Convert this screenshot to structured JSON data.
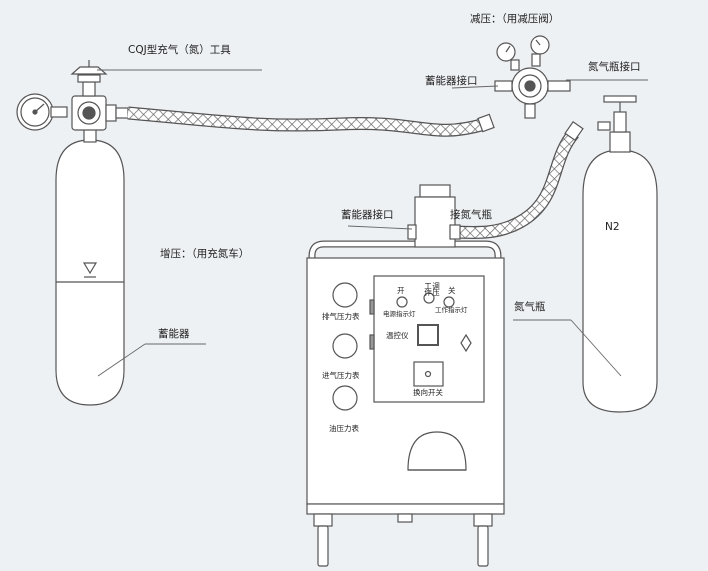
{
  "labels": {
    "cqj_tool": "CQJ型充气（氮）工具",
    "reducing": "减压：（用减压阀）",
    "acc_port_top": "蓄能器接口",
    "n2_port_top": "氮气瓶接口",
    "acc_port": "蓄能器接口",
    "n2_connect": "接氮气瓶",
    "boost": "增压：（用充氮车）",
    "accumulator": "蓄能器",
    "n2_bottle": "氮气瓶",
    "n2": "N2"
  },
  "cart": {
    "exhaust_gauge": "排气压力表",
    "inlet_gauge": "进气压力表",
    "oil_gauge": "油压力表",
    "open": "开",
    "work": "工作",
    "adjust": "调压",
    "close": "关",
    "power_light": "电源指示灯",
    "work_light": "工作指示灯",
    "temp_control": "温控仪",
    "reverse_switch": "换向开关"
  },
  "colors": {
    "line": "#555555",
    "background": "#eef1f4",
    "body": "#ffffff"
  }
}
